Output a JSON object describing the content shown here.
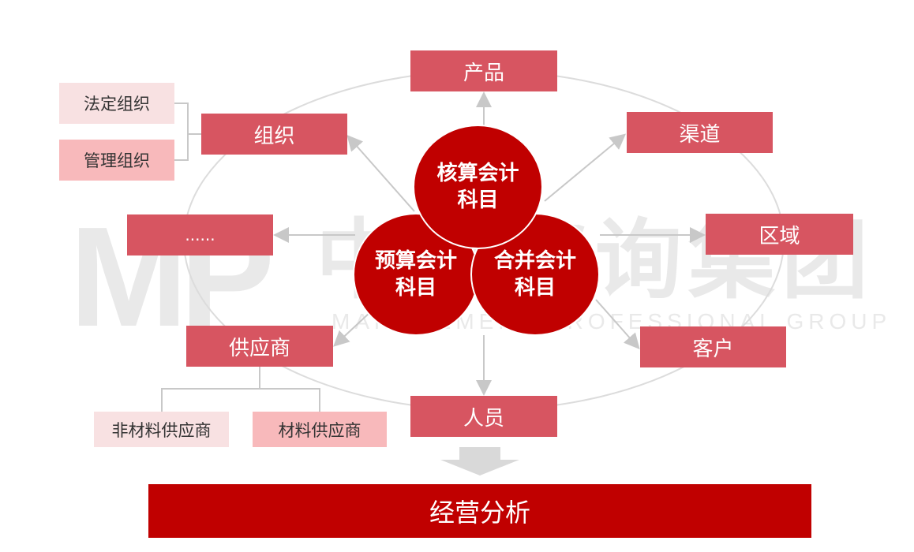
{
  "watermark": {
    "logo": "MP",
    "name_cn": "中天咨询集团",
    "name_en": "MANAGEMENT PROFESSIONAL GROUP"
  },
  "center": {
    "top": "核算会计\n科目",
    "left": "预算会计\n科目",
    "right": "合并会计\n科目"
  },
  "nodes": {
    "product": "产品",
    "channel": "渠道",
    "region": "区域",
    "customer": "客户",
    "personnel": "人员",
    "supplier": "供应商",
    "ellipsis": "......",
    "organization": "组织"
  },
  "org_children": [
    "法定组织",
    "管理组织"
  ],
  "supplier_children": [
    "非材料供应商",
    "材料供应商"
  ],
  "bottom": "经营分析",
  "colors": {
    "box": "#d75561",
    "core": "#c00000",
    "light_pink": "#f8e1e2",
    "mid_pink": "#f8b9bb",
    "connector": "#c8c8c8"
  }
}
